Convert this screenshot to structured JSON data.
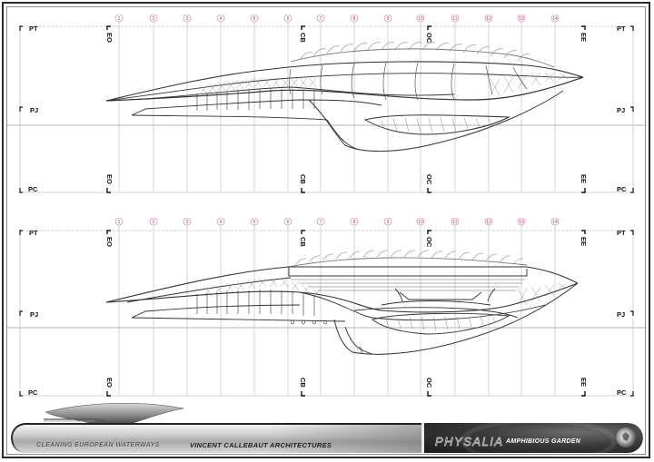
{
  "sheet": {
    "title_block": {
      "project_line": "CLEANING EUROPEAN WATERWAYS",
      "architect": "VINCENT CALLEBAUT ARCHITECTURES",
      "project_name": "PHYSALIA",
      "project_subtitle": "AMPHIBIOUS GARDEN"
    },
    "colors": {
      "axis_marker": "#c0304a",
      "grid_line": "#b8b8b8",
      "drawing_line": "#2e2e2e",
      "banner_dark": "#1b1b1b",
      "banner_light": "#d0d0d0"
    }
  },
  "elevations": [
    {
      "name": "upper-elevation",
      "levels": {
        "top": "PT",
        "mid": "PJ",
        "bottom": "PC"
      },
      "section_marks": [
        "EO",
        "CB",
        "OC",
        "EE"
      ],
      "axes": [
        "1",
        "2",
        "3",
        "4",
        "5",
        "6",
        "7",
        "8",
        "9",
        "10",
        "11",
        "12",
        "13",
        "14"
      ]
    },
    {
      "name": "lower-elevation",
      "levels": {
        "top": "PT",
        "mid": "PJ",
        "bottom": "PC"
      },
      "section_marks": [
        "EO",
        "CB",
        "OC",
        "EE"
      ],
      "axes": [
        "1",
        "2",
        "3",
        "4",
        "5",
        "6",
        "7",
        "8",
        "9",
        "10",
        "11",
        "12",
        "13",
        "14"
      ]
    }
  ]
}
